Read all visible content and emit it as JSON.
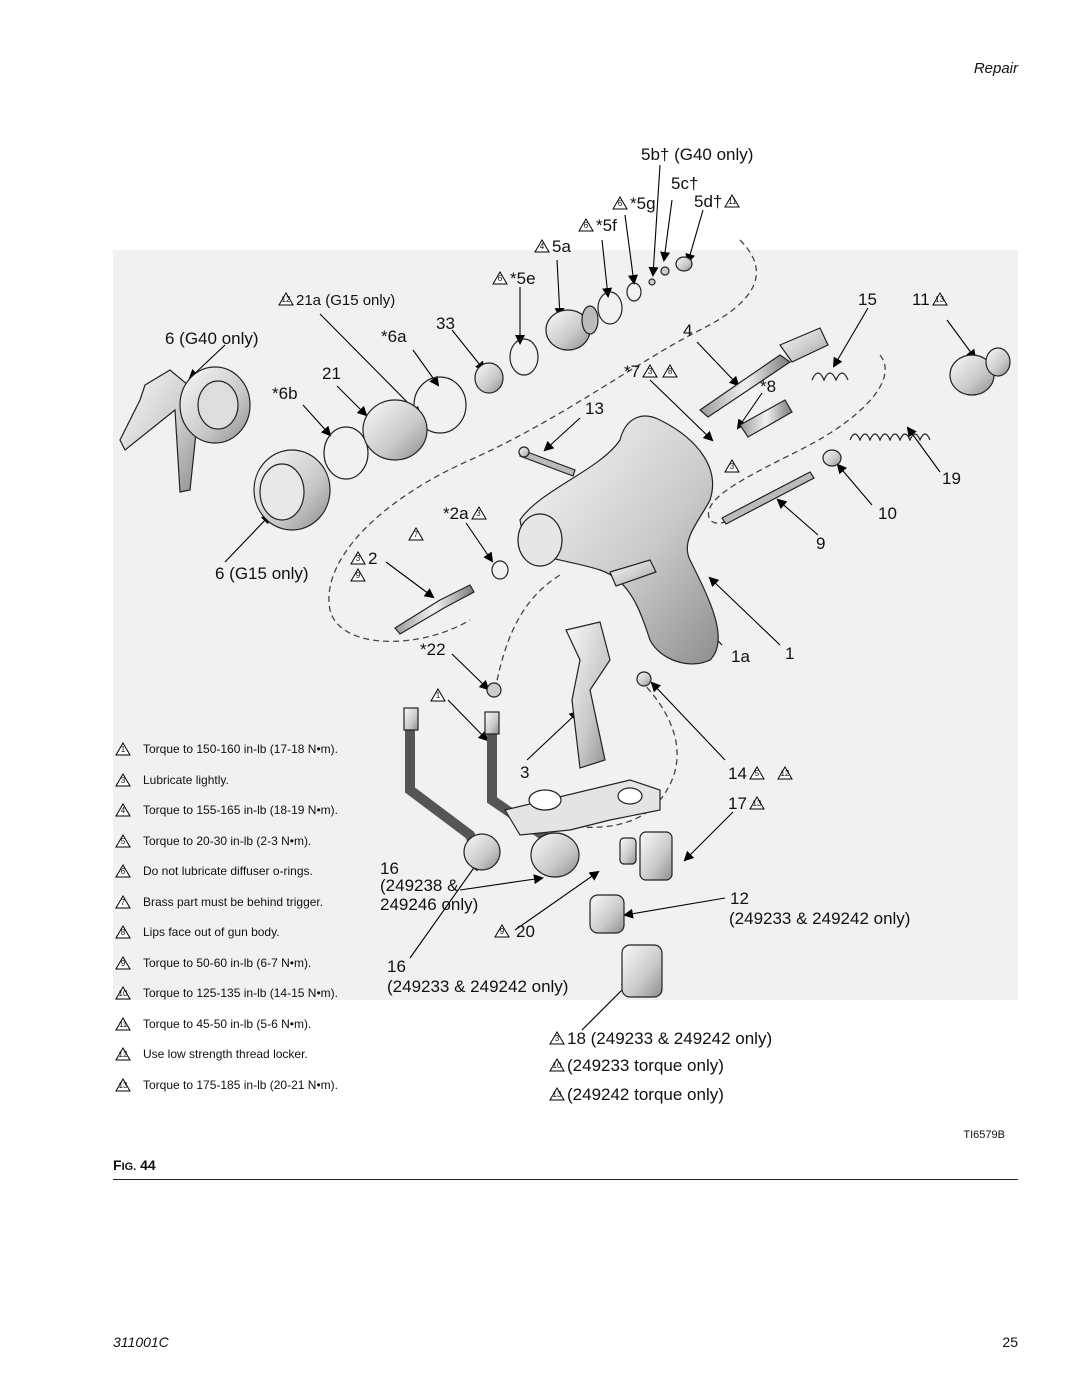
{
  "header": {
    "section": "Repair"
  },
  "callouts": {
    "c5b": "5b† (G40 only)",
    "c5c": "5c†",
    "c5g": "*5g",
    "c5d": "5d†",
    "c5f": "*5f",
    "c5a": "5a",
    "c5e": "*5e",
    "c21a": "21a (G15 only)",
    "c15": "15",
    "c11": "11",
    "c6g40": "6 (G40 only)",
    "c6a": "*6a",
    "c33": "33",
    "c4": "4",
    "c7": "*7",
    "c8": "*8",
    "c21": "21",
    "c6b": "*6b",
    "c13": "13",
    "c19": "19",
    "c10": "10",
    "c2a": "*2a",
    "c9": "9",
    "c2": "2",
    "c6g15": "6 (G15 only)",
    "c22": "*22",
    "c1a": "1a",
    "c1": "1",
    "c3": "3",
    "c14": "14",
    "c17": "17",
    "c16a_num": "16",
    "c16a_l1": "(249238 &",
    "c16a_l2": "249246 only)",
    "c20": "20",
    "c12": "12",
    "c12_sub": "(249233 & 249242 only)",
    "c16b_num": "16",
    "c16b_sub": "(249233 & 249242 only)",
    "c18": "18 (249233 & 249242 only)",
    "note10": "(249233 torque only)",
    "note13": "(249242 torque only)"
  },
  "notes": [
    {
      "num": "1",
      "text": "Torque to 150-160 in-lb (17-18 N•m)."
    },
    {
      "num": "3",
      "text": "Lubricate lightly."
    },
    {
      "num": "4",
      "text": "Torque to 155-165 in-lb (18-19 N•m)."
    },
    {
      "num": "5",
      "text": "Torque to 20-30 in-lb (2-3 N•m)."
    },
    {
      "num": "6",
      "text": "Do not lubricate diffuser o-rings."
    },
    {
      "num": "7",
      "text": "Brass part must be behind trigger."
    },
    {
      "num": "8",
      "text": "Lips face out of gun body."
    },
    {
      "num": "9",
      "text": "Torque to 50-60 in-lb (6-7 N•m)."
    },
    {
      "num": "10",
      "text": "Torque to 125-135 in-lb (14-15 N•m)."
    },
    {
      "num": "11",
      "text": "Torque to 45-50 in-lb (5-6 N•m)."
    },
    {
      "num": "12",
      "text": "Use low strength thread locker."
    },
    {
      "num": "13",
      "text": "Torque to 175-185 in-lb (20-21 N•m)."
    }
  ],
  "figure": {
    "label_f": "F",
    "label_rest": "IG.",
    "number": "44",
    "code": "TI6579B"
  },
  "footer": {
    "doc_number": "311001C",
    "page_number": "25"
  }
}
